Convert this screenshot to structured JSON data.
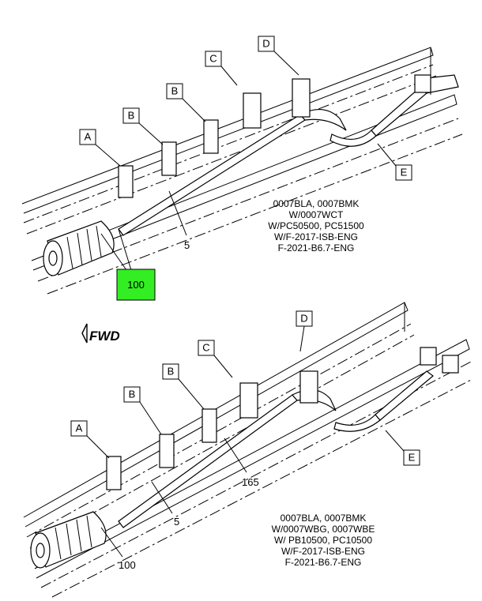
{
  "upper_view": {
    "callouts": {
      "a": "A",
      "b1": "B",
      "b2": "B",
      "c": "C",
      "d": "D",
      "e": "E"
    },
    "part_numbers": {
      "p5": "5",
      "p100": "100"
    },
    "note_lines": [
      "0007BLA, 0007BMK",
      "W/0007WCT",
      "W/PC50500, PC51500",
      "W/F-2017-ISB-ENG",
      "F-2021-B6.7-ENG"
    ],
    "highlight_color": "#33ee22"
  },
  "fwd_label": "FWD",
  "lower_view": {
    "callouts": {
      "a": "A",
      "b1": "B",
      "b2": "B",
      "c": "C",
      "d": "D",
      "e": "E"
    },
    "part_numbers": {
      "p5": "5",
      "p100": "100",
      "p165": "165"
    },
    "note_lines": [
      "0007BLA, 0007BMK",
      "W/0007WBG, 0007WBE",
      "W/ PB10500, PC10500",
      "W/F-2017-ISB-ENG",
      "F-2021-B6.7-ENG"
    ]
  }
}
